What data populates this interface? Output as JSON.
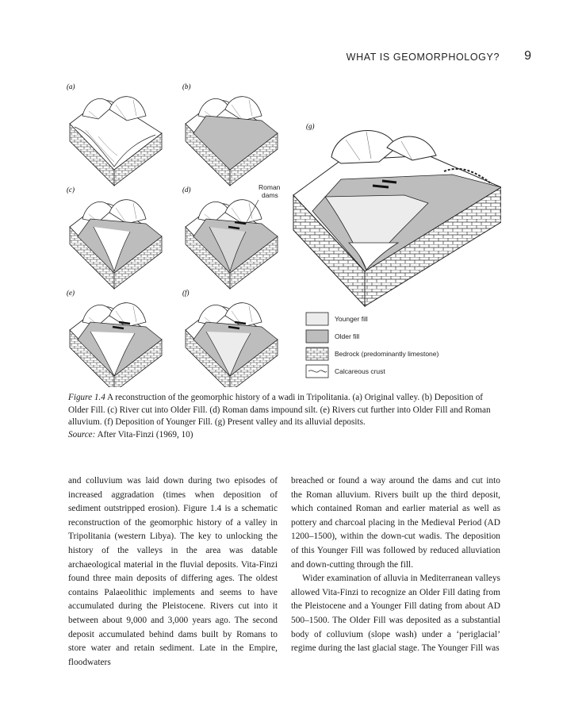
{
  "header": {
    "running_title": "WHAT IS GEOMORPHOLOGY?",
    "page_number": "9"
  },
  "figure": {
    "panels": {
      "a": "(a)",
      "b": "(b)",
      "c": "(c)",
      "d": "(d)",
      "e": "(e)",
      "f": "(f)",
      "g": "(g)"
    },
    "annotation_roman_dams_line1": "Roman",
    "annotation_roman_dams_line2": "dams",
    "legend": [
      {
        "label": "Younger fill",
        "fill": "#ececec"
      },
      {
        "label": "Older fill",
        "fill": "#bdbdbd"
      },
      {
        "label": "Bedrock (predominantly limestone)",
        "fill": "#ffffff"
      },
      {
        "label": "Calcareous crust",
        "fill": "#ffffff"
      }
    ],
    "caption_label": "Figure 1.4",
    "caption_text": " A reconstruction of the geomorphic history of a wadi in Tripolitania. (a) Original valley. (b) Deposition of Older Fill. (c) River cut into Older Fill. (d) Roman dams impound silt. (e) Rivers cut further into Older Fill and Roman alluvium. (f) Deposition of Younger Fill. (g) Present valley and its alluvial deposits.",
    "source_label": "Source:",
    "source_text": " After Vita-Finzi (1969, 10)"
  },
  "body": {
    "left_column": "and colluvium was laid down during two episodes of increased aggradation (times when deposition of sediment outstripped erosion). Figure 1.4 is a schematic reconstruction of the geomorphic history of a valley in Tripolitania (western Libya). The key to unlocking the history of the valleys in the area was datable archaeological material in the fluvial deposits. Vita-Finzi found three main deposits of differing ages. The oldest contains Palaeolithic implements and seems to have accumulated during the Pleistocene. Rivers cut into it between about 9,000 and 3,000 years ago. The second deposit accumulated behind dams built by Romans to store water and retain sediment. Late in the Empire, floodwaters",
    "right_column_p1": "breached or found a way around the dams and cut into the Roman alluvium. Rivers built up the third deposit, which contained Roman and earlier material as well as pottery and charcoal placing in the Medieval Period (AD 1200–1500), within the down-cut wadis. The deposition of this Younger Fill was followed by reduced alluviation and down-cutting through the fill.",
    "right_column_p2": "Wider examination of alluvia in Mediterranean valleys allowed Vita-Finzi to recognize an Older Fill dating from the Pleistocene and a Younger Fill dating from about AD 500–1500. The Older Fill was deposited as a substantial body of colluvium (slope wash) under a ‘periglacial’ regime during the last glacial stage. The Younger Fill was"
  }
}
